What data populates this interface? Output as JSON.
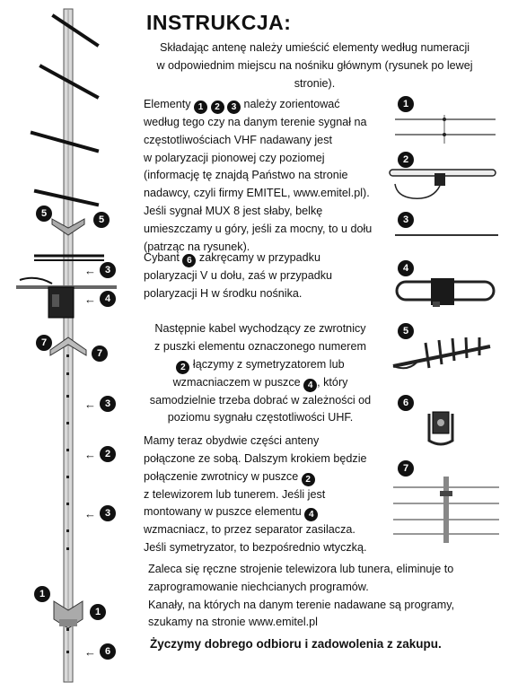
{
  "title": "INSTRUKCJA:",
  "intro": [
    "Składając antenę należy umieścić elementy według numeracji",
    "w odpowiednim miejscu na nośniku głównym (rysunek po lewej",
    "stronie)."
  ],
  "elements": {
    "lead": "Elementy",
    "nums": [
      "1",
      "2",
      "3"
    ],
    "tail": "należy zorientować",
    "lines": [
      "według tego czy na danym terenie  sygnał na",
      "częstotliwościach VHF nadawany jest",
      "w polaryzacji pionowej czy poziomej",
      "(informację tę znajdą Państwo na stronie",
      "nadawcy, czyli firmy EMITEL, www.emitel.pl).",
      "Jeśli sygnał MUX 8 jest słaby, belkę",
      "umieszczamy u góry, jeśli za mocny, to u dołu",
      "(patrząc na rysunek)."
    ]
  },
  "cybant": {
    "lead": "Cybant",
    "num": "6",
    "tail": "zakręcamy w przypadku",
    "lines": [
      "polaryzacji V u dołu, zaś w przypadku",
      "polaryzacji H w środku nośnika."
    ]
  },
  "cable": {
    "lines_a": [
      "Następnie kabel wychodzący ze zwrotnicy",
      "z puszki elementu  oznaczonego numerem"
    ],
    "num_a": "2",
    "tail_a": "łączymy z symetryzatorem lub",
    "lead_b": "wzmacniaczem w puszce",
    "num_b": "4",
    "tail_b": ", który",
    "lines_c": [
      "samodzielnie trzeba dobrać w zależności od",
      "poziomu sygnału częstotliwości UHF."
    ]
  },
  "connect": {
    "lines_a": [
      "Mamy teraz obydwie części anteny"
    ],
    "lead_b": "połączone ze sobą. Dalszym krokiem będzie",
    "lead_c": "połączenie zwrotnicy w puszce",
    "num_c": "2",
    "lead_d": "z telewizorem lub tunerem.  Jeśli jest",
    "lead_e": "montowany w puszce elementu",
    "num_e": "4",
    "lines_f": [
      "wzmacniacz, to przez separator zasilacza.",
      "Jeśli symetryzator, to bezpośrednio wtyczką."
    ]
  },
  "closing": [
    "Zaleca się ręczne strojenie telewizora lub tunera, eliminuje to",
    "zaprogramowanie niechcianych programów.",
    "Kanały, na których na danym terenie nadawane są programy,",
    "szukamy na stronie www.emitel.pl"
  ],
  "wish": "Życzymy dobrego odbioru i zadowolenia z zakupu.",
  "diagram_labels": {
    "left_5": "5",
    "right_5": "5",
    "top_3": "3",
    "top_4": "4",
    "left_7": "7",
    "right_7": "7",
    "mid_3": "3",
    "mid_2": "2",
    "low_3": "3",
    "bottom_1_left": "1",
    "bottom_1_right": "1",
    "bottom_6": "6"
  },
  "legend_numbers": [
    "1",
    "2",
    "3",
    "4",
    "5",
    "6",
    "7"
  ],
  "colors": {
    "ink": "#111111",
    "paper": "#ffffff",
    "mast": "#d6d6d6"
  }
}
